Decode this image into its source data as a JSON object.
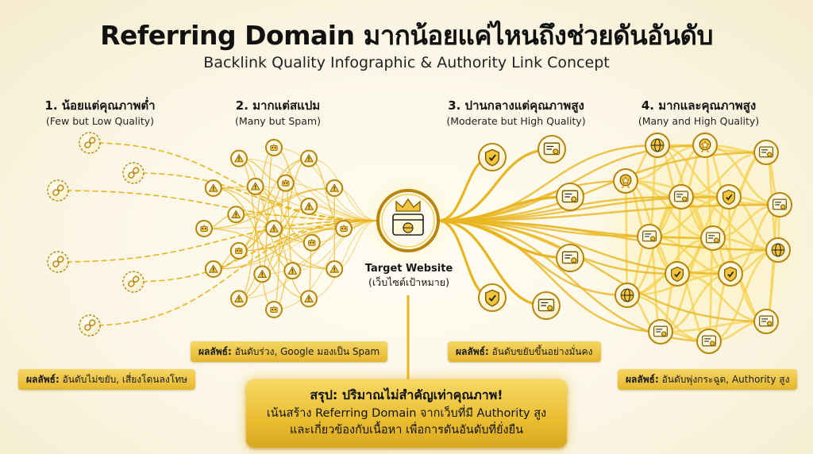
{
  "title": "Referring Domain มากน้อยแค่ไหนถึงช่วยดันอันดับ",
  "subtitle": "Backlink Quality Infographic & Authority Link Concept",
  "sections": [
    {
      "title": "1. น้อยแต่คุณภาพต่ำ",
      "subtitle": "(Few but Low Quality)",
      "result_label": "ผลลัพธ์:",
      "result_text": " อันดับไม่ขยับ, เสี่ยงโดนลงโทษ"
    },
    {
      "title": "2. มากแต่สแปม",
      "subtitle": "(Many but Spam)",
      "result_label": "ผลลัพธ์:",
      "result_text": " อันดับร่วง, Google มองเป็น Spam"
    },
    {
      "title": "3. ปานกลางแต่คุณภาพสูง",
      "subtitle": "(Moderate but High Quality)",
      "result_label": "ผลลัพธ์:",
      "result_text": " อันดับขยับขึ้นอย่างมั่นคง"
    },
    {
      "title": "4. มากและคุณภาพสูง",
      "subtitle": "(Many and High Quality)",
      "result_label": "ผลลัพธ์:",
      "result_text": " อันดับพุ่งกระฉูด, Authority สูง"
    }
  ],
  "target": {
    "label": "Target Website",
    "sublabel": "(เว็บไซต์เป้าหมาย)"
  },
  "summary": {
    "title": "สรุป: ปริมาณไม่สำคัญเท่าคุณภาพ!",
    "line1": "เน้นสร้าง Referring Domain จากเว็บที่มี Authority สูง",
    "line2": "และเกี่ยวข้องกับเนื้อหา เพื่อการดันอันดับที่ยั่งยืน"
  },
  "colors": {
    "gold": "#e9b51f",
    "gold_light": "#f6d35a",
    "gold_dark": "#b8860b",
    "background": "#fbf6e6"
  },
  "icons": {
    "low_quality": "broken-link-icon",
    "spam": "warning-icon",
    "quality": "shield-check-icon",
    "authority": "certificate-icon",
    "target": "crown-icon"
  }
}
